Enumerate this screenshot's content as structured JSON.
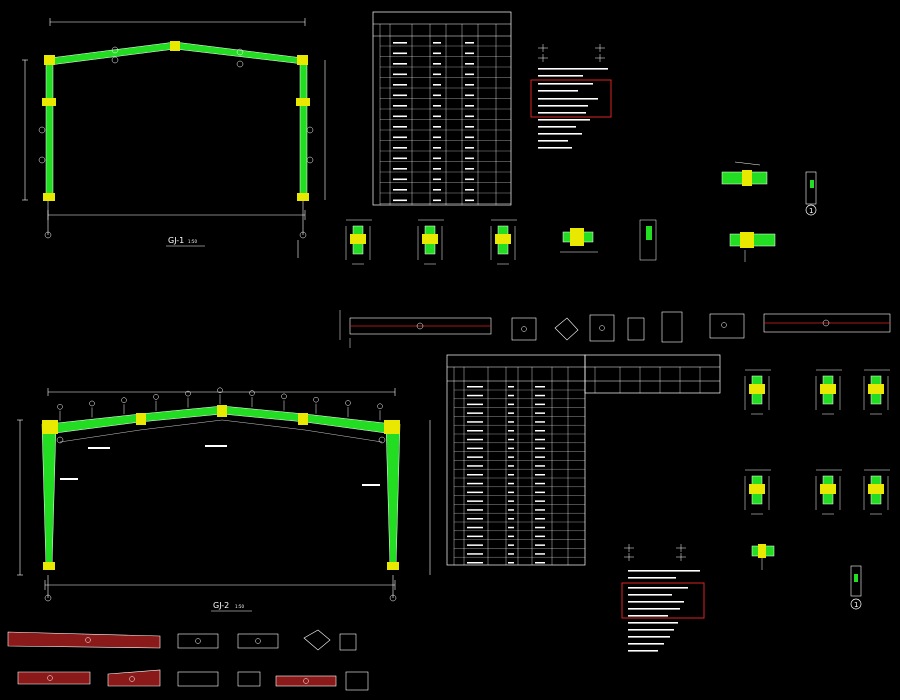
{
  "drawing": {
    "frame_1": {
      "title": "GJ-1",
      "scale_tag": "1:50"
    },
    "frame_2": {
      "title": "GJ-2",
      "scale_tag": "1:50"
    },
    "colors": {
      "background": "#000000",
      "member_fill": "#22dd22",
      "joint": "#e8e800",
      "line": "#ffffff",
      "highlight": "#dd2222",
      "steel_plate": "#8a1a1a"
    },
    "details": {
      "circle_1": "1",
      "circle_2": "1"
    }
  }
}
